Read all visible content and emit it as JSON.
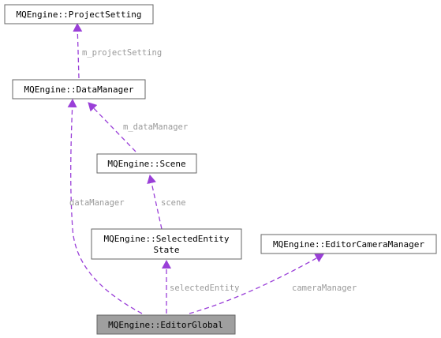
{
  "diagram": {
    "colors": {
      "edge": "#9a3fd8",
      "node_border": "#666666",
      "node_fill": "#ffffff",
      "highlight_fill": "#9f9f9f",
      "edge_label": "#9a9a9a"
    },
    "nodes": {
      "project_setting": "MQEngine::ProjectSetting",
      "data_manager": "MQEngine::DataManager",
      "scene": "MQEngine::Scene",
      "selected_entity_state_line1": "MQEngine::SelectedEntity",
      "selected_entity_state_line2": "State",
      "editor_camera_manager": "MQEngine::EditorCameraManager",
      "editor_global": "MQEngine::EditorGlobal"
    },
    "edges": {
      "m_project_setting": "m_projectSetting",
      "m_data_manager": "m_dataManager",
      "data_manager": "dataManager",
      "scene": "scene",
      "selected_entity": "selectedEntity",
      "camera_manager": "cameraManager"
    }
  }
}
